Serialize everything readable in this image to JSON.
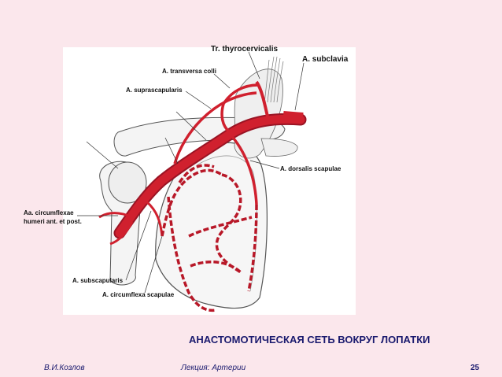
{
  "diagram": {
    "labels": {
      "tr_thyrocervicalis": "Tr. thyrocervicalis",
      "a_subclavia": "A. subclavia",
      "a_transversa_colli": "A. transversa colli",
      "a_suprascapularis": "A. suprascapularis",
      "a_dorsalis_scapulae": "A. dorsalis scapulae",
      "aa_circumflexae_line1": "Aa. circumflexae",
      "aa_circumflexae_line2": "humeri ant. et post.",
      "a_subscapularis": "A. subscapularis",
      "a_circumflexa_scapulae": "A. circumflexa scapulae"
    }
  },
  "slide": {
    "title": "АНАСТОМОТИЧЕСКАЯ СЕТЬ ВОКРУГ ЛОПАТКИ",
    "author": "В.И.Козлов",
    "lecture": "Лекция: Артерии",
    "page_number": "25"
  },
  "colors": {
    "background": "#fbe7ec",
    "artery": "#d0202e",
    "artery_dark": "#9a1424",
    "bone": "#f4f4f4",
    "bone_outline": "#555555",
    "title": "#1a1a6e"
  }
}
